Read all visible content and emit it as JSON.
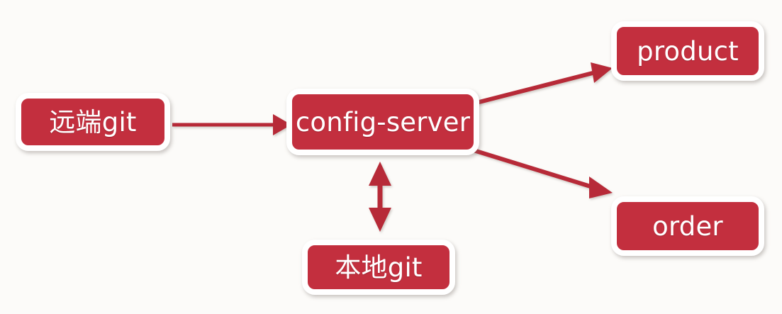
{
  "diagram": {
    "title": "config-server architecture diagram",
    "background_color": "#fcfbf9",
    "node_fill_color": "#c32f3e",
    "node_border_color": "#ffffff",
    "node_text_color": "#ffffff",
    "edge_color": "#b72b38",
    "nodes": [
      {
        "id": "remote-git",
        "label": "远端git"
      },
      {
        "id": "config-server",
        "label": "config-server"
      },
      {
        "id": "product",
        "label": "product"
      },
      {
        "id": "order",
        "label": "order"
      },
      {
        "id": "local-git",
        "label": "本地git"
      }
    ],
    "edges": [
      {
        "id": "remote-git-to-config-server",
        "from": "remote-git",
        "to": "config-server",
        "direction": "one-way"
      },
      {
        "id": "config-server-to-product",
        "from": "config-server",
        "to": "product",
        "direction": "one-way"
      },
      {
        "id": "config-server-to-order",
        "from": "config-server",
        "to": "order",
        "direction": "one-way"
      },
      {
        "id": "config-server-to-local-git",
        "from": "config-server",
        "to": "local-git",
        "direction": "two-way"
      }
    ]
  }
}
